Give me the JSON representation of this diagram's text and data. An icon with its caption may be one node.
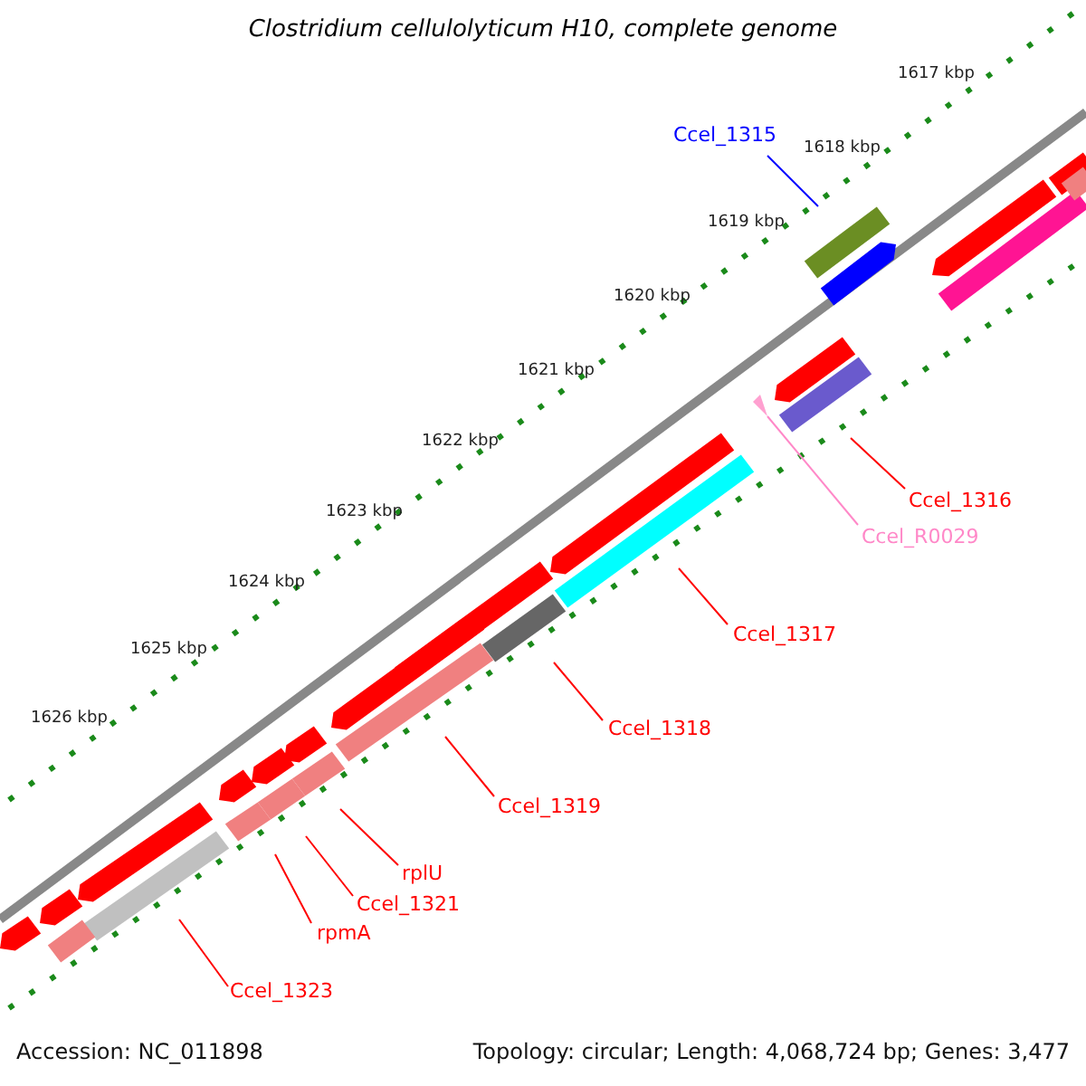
{
  "diagram": {
    "title": "Clostridium cellulolyticum H10, complete genome",
    "nodes": [
      {
        "text": [
          "Ccel_1315"
        ]
      },
      {
        "text": [],
        "shape": "bar"
      },
      {
        "text": [
          "Ccel_1316"
        ]
      },
      {
        "text": [],
        "shape": "bar"
      },
      {
        "text": [
          "Ccel_R0029"
        ]
      },
      {
        "text": [],
        "shape": "triangle"
      },
      {
        "text": [
          "Ccel_1317"
        ]
      },
      {
        "text": [],
        "shape": "bar"
      },
      {
        "text": [
          "Ccel_1318"
        ]
      },
      {
        "text": [],
        "shape": "bar"
      },
      {
        "text": [
          "Ccel_1319"
        ]
      },
      {
        "text": [],
        "shape": "bar"
      },
      {
        "text": [
          "rplU"
        ]
      },
      {
        "text": [],
        "shape": "bar"
      },
      {
        "text": [
          "Ccel_1321"
        ]
      },
      {
        "text": [],
        "shape": "bar"
      },
      {
        "text": [
          "rpmA"
        ]
      },
      {
        "text": [],
        "shape": "bar"
      },
      {
        "text": [
          "Ccel_1323"
        ]
      },
      {
        "text": [],
        "shape": "bar"
      },
      {
        "text": [],
        "shape": "pentagon"
      },
      {
        "text": [],
        "shape": "pentagon"
      },
      {
        "text": [],
        "shape": "bar"
      },
      {
        "text": [],
        "shape": "pentagon"
      },
      {
        "text": [],
        "shape": "pentagon"
      },
      {
        "text": [],
        "shape": "pentagon"
      },
      {
        "text": [],
        "shape": "pentagon"
      },
      {
        "text": [],
        "shape": "pentagon"
      },
      {
        "text": [],
        "shape": "pentagon"
      },
      {
        "text": [],
        "shape": "pentagon"
      },
      {
        "text": [],
        "shape": "pentagon"
      },
      {
        "text": [],
        "shape": "pentagon"
      },
      {
        "text": [],
        "shape": "pentagon"
      },
      {
        "text": [],
        "shape": "bar"
      },
      {
        "text": [],
        "shape": "bar"
      },
      {
        "text": [],
        "shape": "bar"
      }
    ],
    "edges": [
      {
        "from": 0,
        "to": 1,
        "arrow": "none",
        "color": "#0000ff"
      },
      {
        "from": 2,
        "to": 3,
        "arrow": "none"
      },
      {
        "from": 4,
        "to": 5,
        "arrow": "none",
        "color": "#ff88c8"
      },
      {
        "from": 6,
        "to": 7,
        "arrow": "none"
      },
      {
        "from": 8,
        "to": 9,
        "arrow": "none"
      },
      {
        "from": 10,
        "to": 11,
        "arrow": "none"
      },
      {
        "from": 12,
        "to": 13,
        "arrow": "none"
      },
      {
        "from": 14,
        "to": 15,
        "arrow": "none"
      },
      {
        "from": 16,
        "to": 17,
        "arrow": "none"
      },
      {
        "from": 18,
        "to": 19,
        "arrow": "none"
      }
    ],
    "labels": [
      "1617 kbp",
      "1618 kbp",
      "1619 kbp",
      "1620 kbp",
      "1621 kbp",
      "1622 kbp",
      "1623 kbp",
      "1624 kbp",
      "1625 kbp",
      "1626 kbp",
      "Accession: NC_011898",
      "Topology: circular; Length: 4,068,724 bp; Genes: 3,477"
    ]
  }
}
